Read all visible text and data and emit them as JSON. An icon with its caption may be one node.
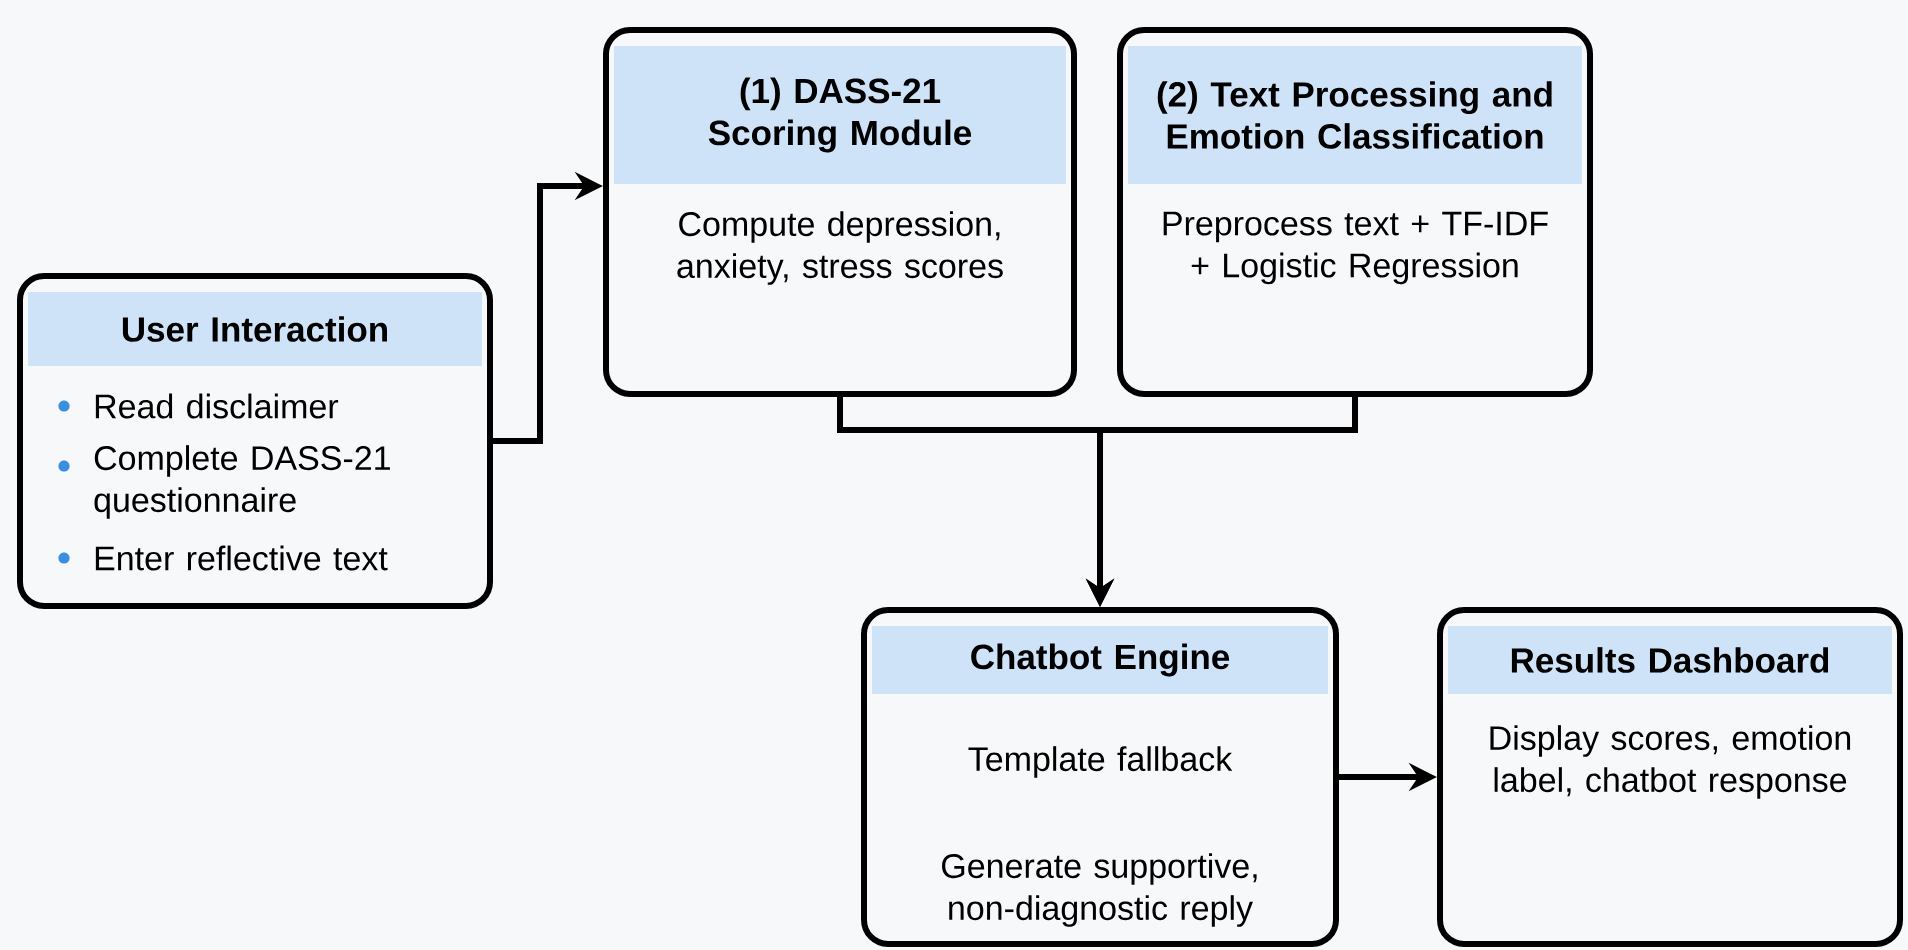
{
  "diagram": {
    "nodes": [
      {
        "text": [
          "User Interaction",
          "Read disclaimer",
          "Complete DASS-21 questionnaire",
          "Enter reflective text"
        ]
      },
      {
        "text": [
          "(1) DASS-21 Scoring Module",
          "Compute depression, anxiety, stress scores"
        ]
      },
      {
        "text": [
          "(2) Text Processing and Emotion Classification",
          "Preprocess text + TF-IDF + Logistic Regression"
        ]
      },
      {
        "text": [
          "Chatbot Engine",
          "Template fallback",
          "Generate supportive, non-diagnostic reply"
        ]
      },
      {
        "text": [
          "Results Dashboard",
          "Display scores, emotion label, chatbot response"
        ]
      }
    ],
    "edges": [
      {
        "from": 0,
        "to": 1,
        "arrow": "to"
      },
      {
        "from": 1,
        "to": 3,
        "arrow": "to"
      },
      {
        "from": 2,
        "to": 3,
        "arrow": "to"
      },
      {
        "from": 3,
        "to": 4,
        "arrow": "to"
      }
    ]
  }
}
